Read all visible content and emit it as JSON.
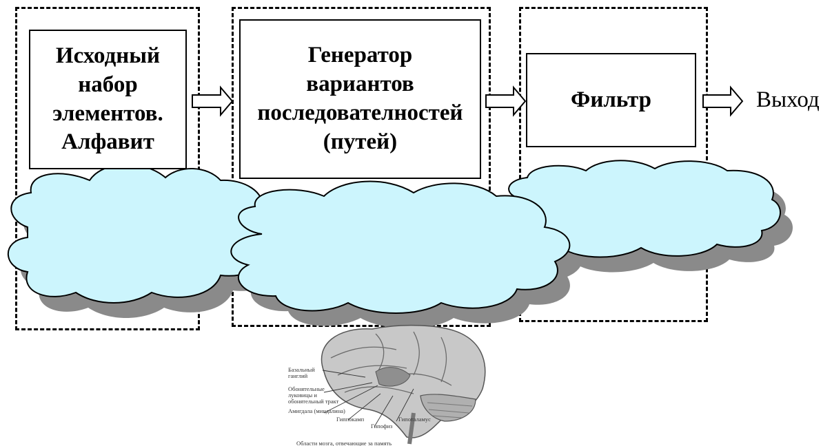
{
  "blocks": [
    {
      "label": "Исходный\nнабор\nэлементов.\nАлфавит"
    },
    {
      "label": "Генератор\nвариантов\nпоследователностей\n(путей)"
    },
    {
      "label": "Фильтр"
    }
  ],
  "output_label": "Выход",
  "brain_labels": {
    "basal": "Базальный\nганглий",
    "olfactory": "Обонятельные\nлуковицы и\nобонятельный тракт",
    "amygdala": "Амигдала (миндалина)",
    "hippocampus": "Гиппокамп",
    "pituitary": "Гипофиз",
    "hypothalamus": "Гипоталамус",
    "caption": "Области мозга, отвечающие за память"
  },
  "colors": {
    "cloud_fill": "#ccf5fd",
    "cloud_shadow": "#8a8a8a",
    "stroke": "#000000"
  }
}
